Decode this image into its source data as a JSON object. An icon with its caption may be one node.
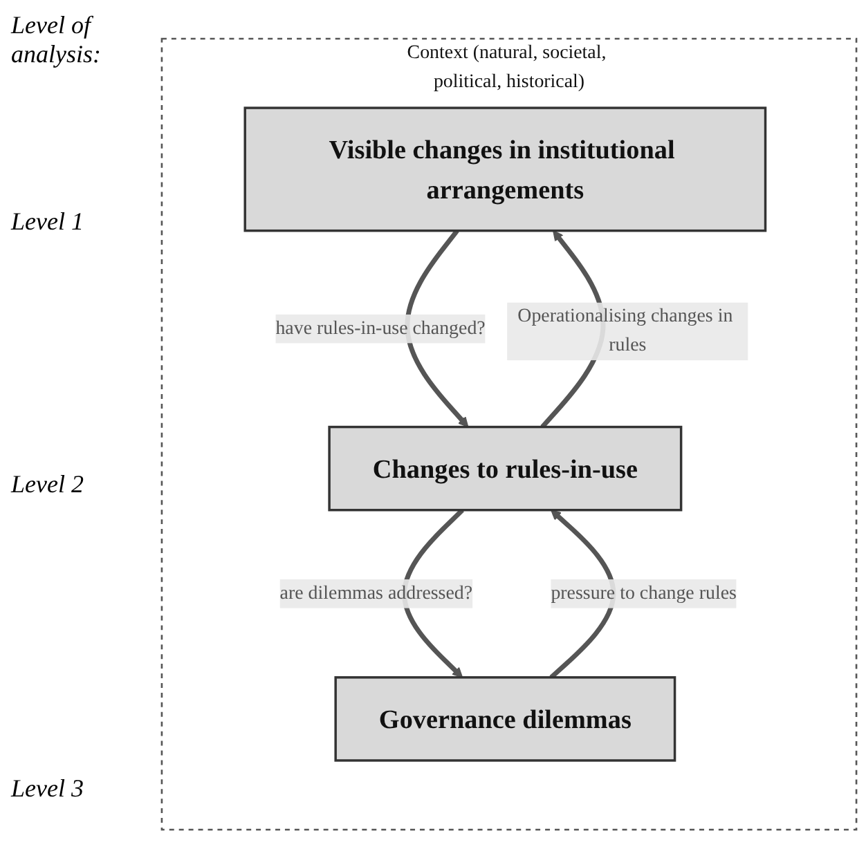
{
  "diagram": {
    "nodes": [
      {
        "text": [
          "Context (natural, societal, political, historical)"
        ]
      },
      {
        "text": [
          "Visible changes in institutional arrangements"
        ],
        "in": 0
      },
      {
        "text": [
          "Changes to rules-in-use"
        ],
        "in": 0
      },
      {
        "text": [
          "Governance dilemmas"
        ],
        "in": 0
      }
    ],
    "edges": [
      {
        "from": 1,
        "to": 2,
        "arrow": "to",
        "label": "have rules-in-use changed?"
      },
      {
        "from": 2,
        "to": 1,
        "arrow": "to",
        "label": "Operationalising changes in rules"
      },
      {
        "from": 2,
        "to": 3,
        "arrow": "to",
        "label": "are dilemmas addressed?"
      },
      {
        "from": 3,
        "to": 2,
        "arrow": "to",
        "label": "pressure to change rules"
      }
    ],
    "labels": [
      "Level of analysis:",
      "Level 1",
      "Level 2",
      "Level 3"
    ]
  }
}
